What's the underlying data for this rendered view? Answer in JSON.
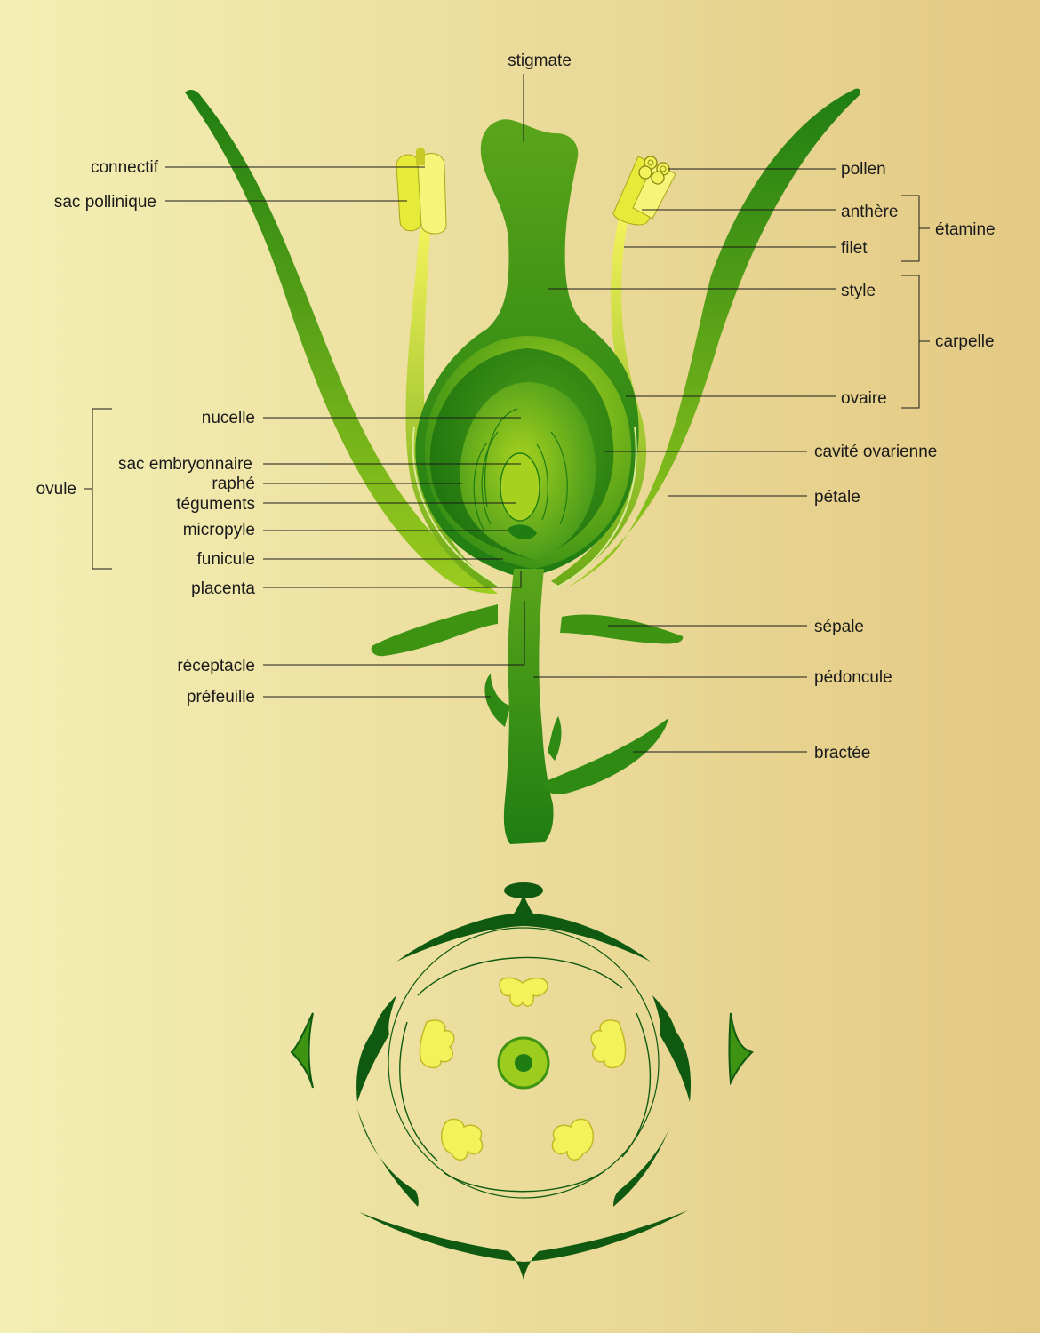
{
  "labels": {
    "stigmate": "stigmate",
    "connectif": "connectif",
    "sac_pollinique": "sac pollinique",
    "pollen": "pollen",
    "anthere": "anthère",
    "filet": "filet",
    "etamine": "étamine",
    "style": "style",
    "carpelle": "carpelle",
    "ovaire": "ovaire",
    "nucelle": "nucelle",
    "sac_embryonnaire": "sac embryonnaire",
    "raphe": "raphé",
    "teguments": "téguments",
    "micropyle": "micropyle",
    "funicule": "funicule",
    "placenta": "placenta",
    "ovule": "ovule",
    "cavite_ovarienne": "cavité ovarienne",
    "petale": "pétale",
    "sepale": "sépale",
    "receptacle": "réceptacle",
    "prefeuille": "préfeuille",
    "pedoncule": "pédoncule",
    "bractee": "bractée"
  },
  "colors": {
    "background_left": "#f3efb4",
    "background_right": "#e3c983",
    "dark_green": "#1f7d12",
    "mid_green": "#5aa51a",
    "light_green": "#9ccc1e",
    "yellow": "#f4f25a",
    "deep_green": "#0f5a10"
  }
}
